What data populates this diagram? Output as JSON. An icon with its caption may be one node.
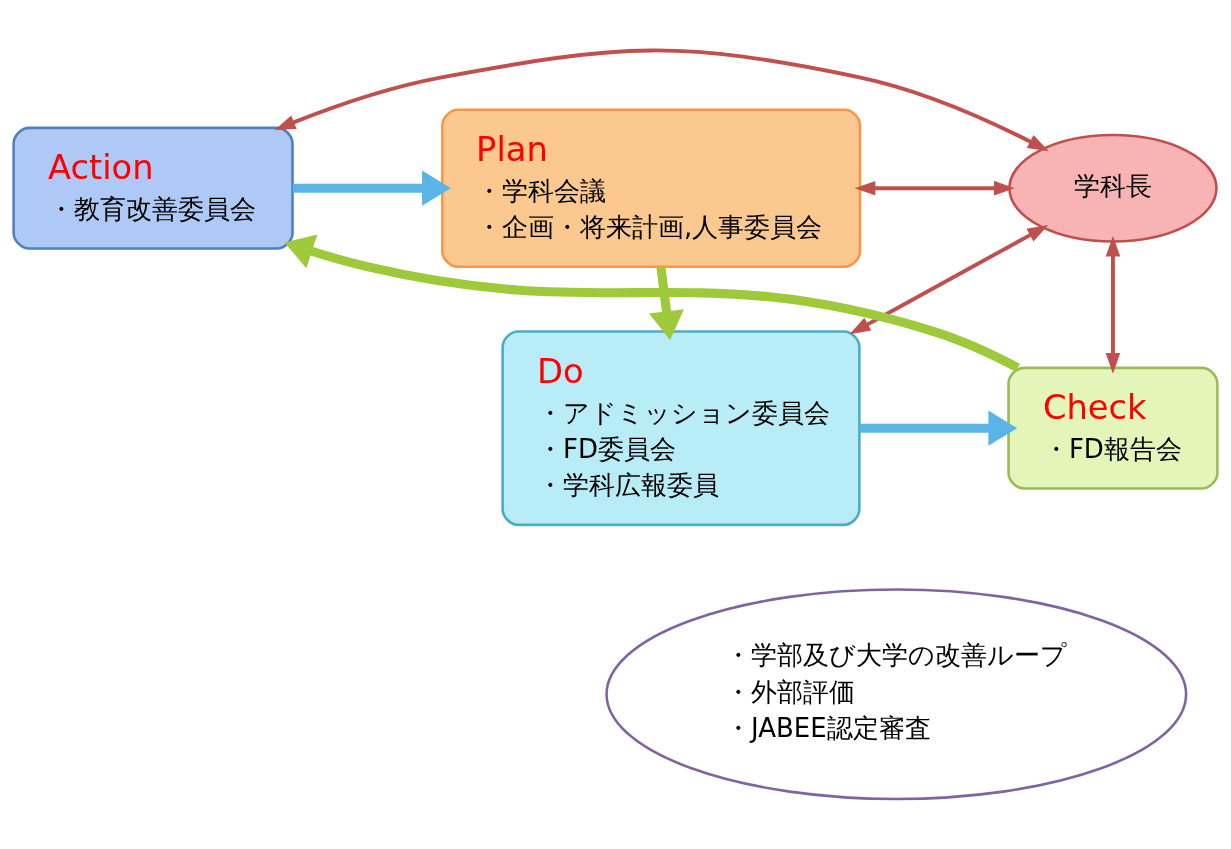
{
  "diagram": {
    "nodes": [
      {
        "text": [
          "Action",
          "・教育改善委員会"
        ]
      },
      {
        "text": [
          "Plan",
          "・学科会議",
          "・企画・将来計画,人事委員会"
        ]
      },
      {
        "text": [
          "学科長"
        ]
      },
      {
        "text": [
          "Check",
          "・FD報告会"
        ]
      },
      {
        "text": [
          "Do",
          "・アドミッション委員会",
          "・FD委員会",
          "・学科広報委員"
        ]
      },
      {
        "text": [
          "・学部及び大学の改善ループ",
          "・外部評価",
          "・JABEE認定審査"
        ]
      }
    ],
    "edges": [
      {
        "from": 0,
        "to": 1,
        "arrow": "to",
        "style": "thick",
        "color": "#5ab4e5"
      },
      {
        "from": 1,
        "to": 4,
        "arrow": "to",
        "style": "thick",
        "color": "#9dc93a"
      },
      {
        "from": 4,
        "to": 3,
        "arrow": "to",
        "style": "thick",
        "color": "#5ab4e5"
      },
      {
        "from": 3,
        "to": 0,
        "arrow": "to",
        "style": "thick",
        "color": "#9dc93a"
      },
      {
        "from": 2,
        "to": 0,
        "arrow": "both",
        "color": "#c0504d"
      },
      {
        "from": 2,
        "to": 1,
        "arrow": "both",
        "color": "#c0504d"
      },
      {
        "from": 2,
        "to": 3,
        "arrow": "both",
        "color": "#c0504d"
      },
      {
        "from": 2,
        "to": 4,
        "arrow": "both",
        "color": "#c0504d"
      }
    ]
  }
}
